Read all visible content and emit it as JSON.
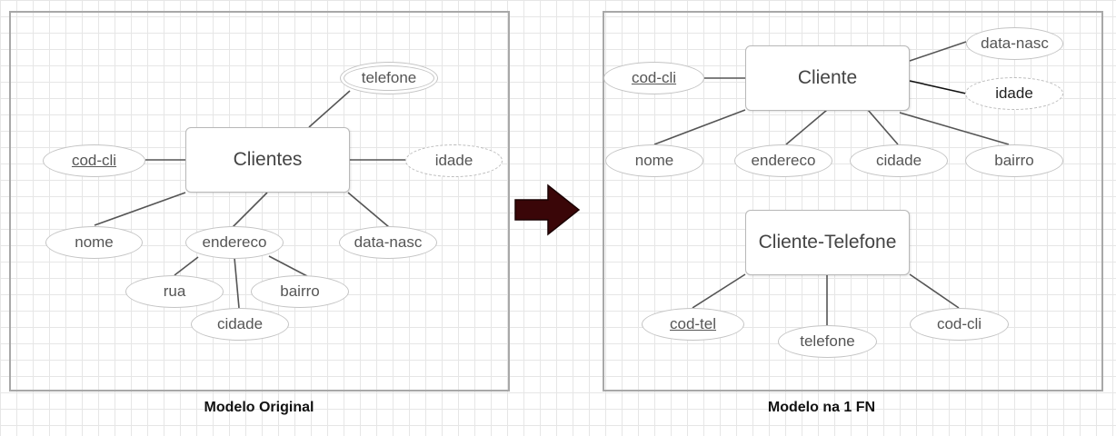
{
  "left": {
    "caption": "Modelo Original",
    "entity": "Clientes",
    "attributes": {
      "telefone": "telefone",
      "cod_cli": "cod-cli",
      "idade": "idade",
      "nome": "nome",
      "endereco": "endereco",
      "data_nasc": "data-nasc",
      "rua": "rua",
      "bairro": "bairro",
      "cidade": "cidade"
    }
  },
  "right": {
    "caption": "Modelo na 1 FN",
    "entity_cliente": "Cliente",
    "entity_cliente_telefone": "Cliente-Telefone",
    "cliente_attributes": {
      "data_nasc": "data-nasc",
      "cod_cli": "cod-cli",
      "idade": "idade",
      "nome": "nome",
      "endereco": "endereco",
      "cidade": "cidade",
      "bairro": "bairro"
    },
    "telefone_attributes": {
      "cod_tel": "cod-tel",
      "telefone": "telefone",
      "cod_cli": "cod-cli"
    }
  },
  "colors": {
    "arrow_fill": "#3a0608",
    "panel_border": "#a8a8a8",
    "line": "#555555"
  }
}
